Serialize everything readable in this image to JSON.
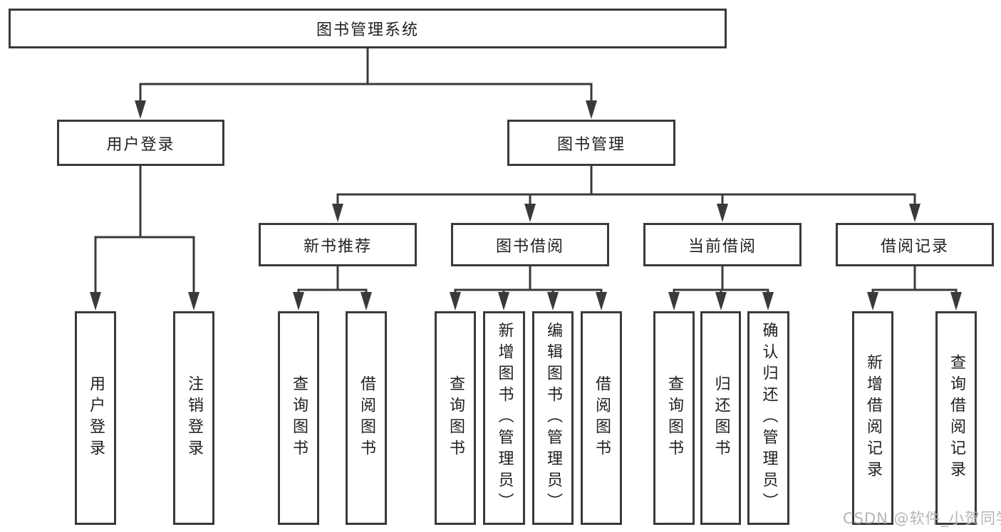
{
  "diagram": {
    "root": {
      "label": "图书管理系统"
    },
    "branches": [
      {
        "label": "用户登录",
        "children": [
          {
            "label": "用户登录"
          },
          {
            "label": "注销登录"
          }
        ]
      },
      {
        "label": "图书管理",
        "children": [
          {
            "label": "新书推荐",
            "children": [
              {
                "label": "查询图书"
              },
              {
                "label": "借阅图书"
              }
            ]
          },
          {
            "label": "图书借阅",
            "children": [
              {
                "label": "查询图书"
              },
              {
                "label": "新增图书（管理员）"
              },
              {
                "label": "编辑图书（管理员）"
              },
              {
                "label": "借阅图书"
              }
            ]
          },
          {
            "label": "当前借阅",
            "children": [
              {
                "label": "查询图书"
              },
              {
                "label": "归还图书"
              },
              {
                "label": "确认归还（管理员）"
              }
            ]
          },
          {
            "label": "借阅记录",
            "children": [
              {
                "label": "新增借阅记录"
              },
              {
                "label": "查询借阅记录"
              }
            ]
          }
        ]
      }
    ],
    "watermark": "CSDN @软件_小贺同学",
    "colors": {
      "line": "#3a3a3a",
      "text": "#212121",
      "background": "#ffffff",
      "watermark": "#b5b5b5"
    }
  }
}
